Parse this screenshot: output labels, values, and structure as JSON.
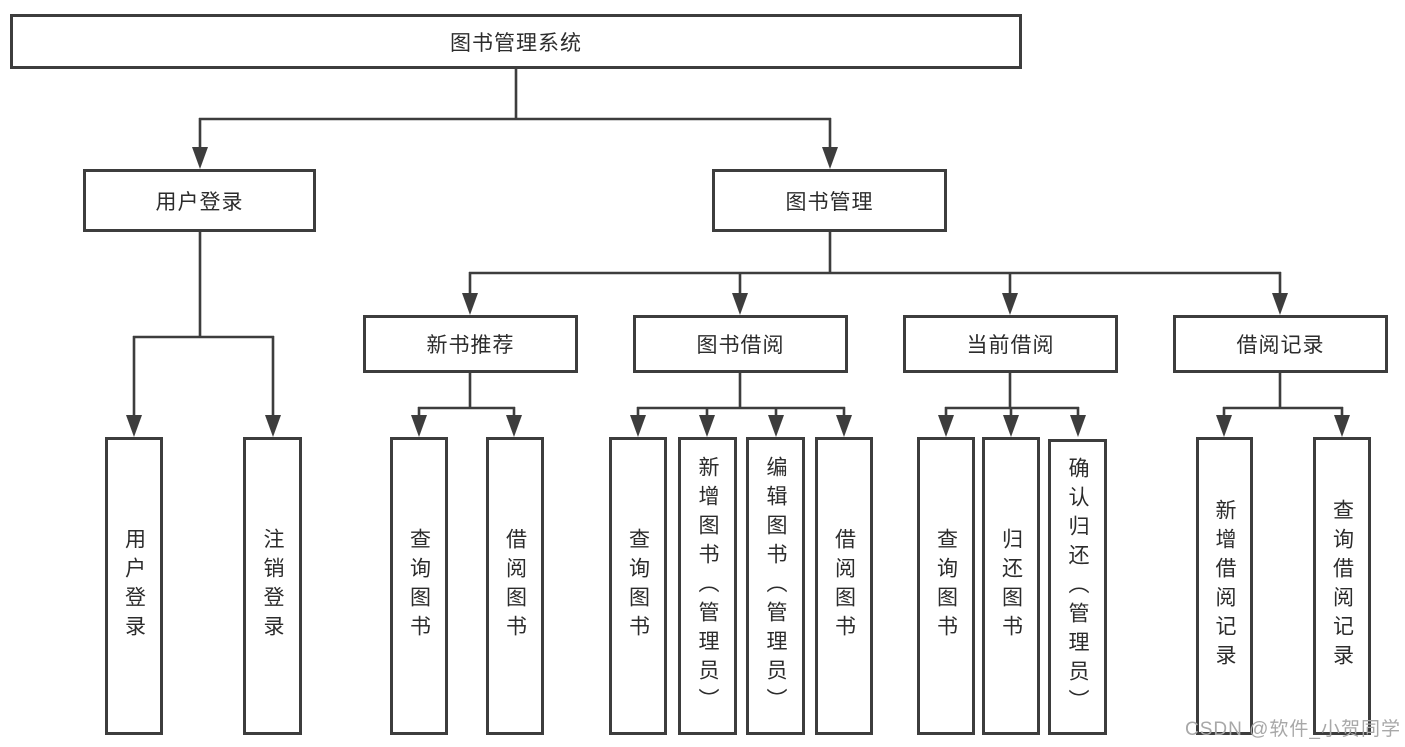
{
  "org": {
    "root": "图书管理系统",
    "branches": [
      {
        "label": "用户登录",
        "leaves": [
          "用户登录",
          "注销登录"
        ]
      },
      {
        "label": "图书管理",
        "groups": [
          {
            "label": "新书推荐",
            "leaves": [
              "查询图书",
              "借阅图书"
            ]
          },
          {
            "label": "图书借阅",
            "leaves": [
              "查询图书",
              "新增图书（管理员）",
              "编辑图书（管理员）",
              "借阅图书"
            ]
          },
          {
            "label": "当前借阅",
            "leaves": [
              "查询图书",
              "归还图书",
              "确认归还（管理员）"
            ]
          },
          {
            "label": "借阅记录",
            "leaves": [
              "新增借阅记录",
              "查询借阅记录"
            ]
          }
        ]
      }
    ]
  },
  "watermark": "CSDN @软件_小贺同学",
  "colors": {
    "line": "#3d3d3d",
    "text": "#2c2c2c",
    "watermark": "#a8a8a8",
    "background": "#ffffff"
  }
}
